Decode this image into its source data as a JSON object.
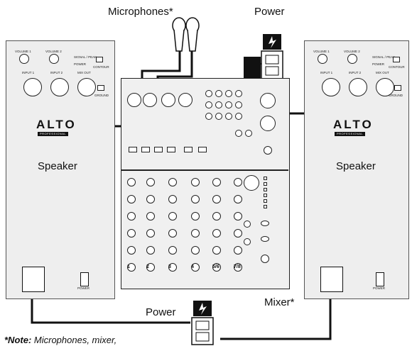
{
  "labels": {
    "microphones": "Microphones*",
    "power_top": "Power",
    "power_bottom": "Power",
    "speaker_left": "Speaker",
    "speaker_right": "Speaker",
    "mixer": "Mixer*"
  },
  "note": {
    "prefix": "*Note:",
    "text": " Microphones, mixer,"
  },
  "speaker_panel": {
    "logo": "ALTO",
    "logo_sub": "PROFESSIONAL",
    "volume1": "VOLUME 1",
    "volume2": "VOLUME 2",
    "signal_peak": "SIGNAL / PEAK",
    "power_led": "POWER",
    "contour": "CONTOUR",
    "input1": "INPUT 1",
    "input2": "INPUT 2",
    "mix_out": "MIX OUT",
    "ground": "GROUND",
    "power_switch": "POWER"
  },
  "mixer_channels": [
    "1",
    "2",
    "3",
    "4",
    "5/6",
    "7/8"
  ],
  "colors": {
    "panel": "#eeeeee",
    "cable": "#111111",
    "outline": "#222222",
    "warning_bg": "#111111"
  }
}
